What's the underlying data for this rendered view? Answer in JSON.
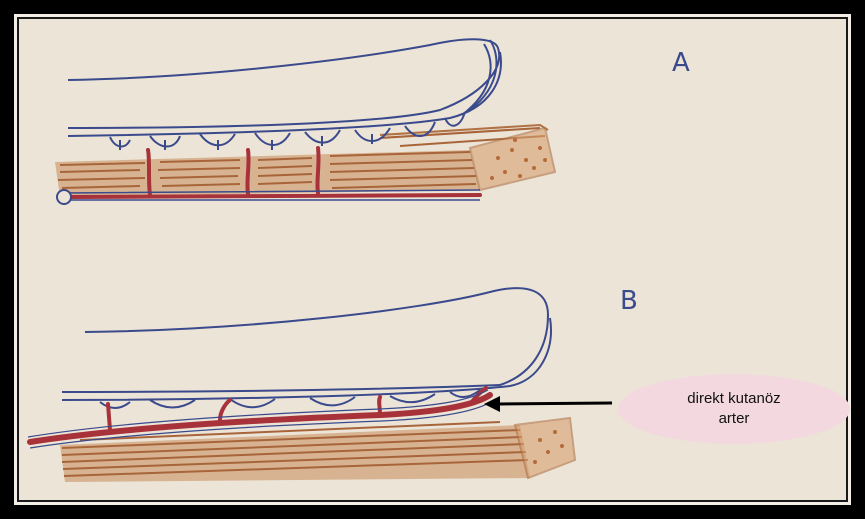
{
  "panels": {
    "a_label": "A",
    "b_label": "B"
  },
  "callout": {
    "line1": "direkt kutanöz",
    "line2": "arter"
  },
  "colors": {
    "ink": "#3a4a8c",
    "vessel": "#a8323a",
    "muscle": "#b07245",
    "paper": "#ece4d7",
    "callout_fill": "#f3d9df"
  }
}
